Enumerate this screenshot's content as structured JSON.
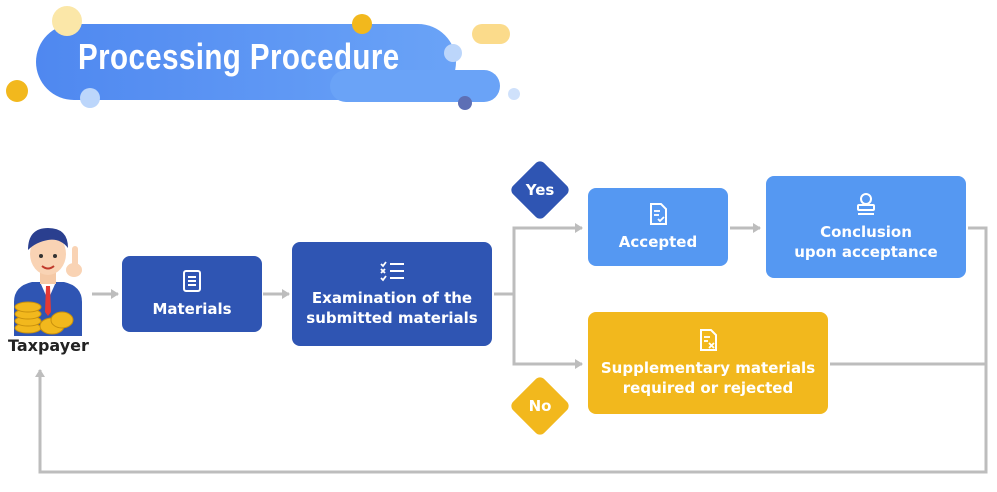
{
  "title": "Processing Procedure",
  "taxpayer": "Taxpayer",
  "boxes": {
    "materials": "Materials",
    "examination_line1": "Examination of the",
    "examination_line2": "submitted materials",
    "accepted": "Accepted",
    "conclusion_line1": "Conclusion",
    "conclusion_line2": "upon acceptance",
    "supplementary_line1": "Supplementary materials",
    "supplementary_line2": "required or rejected"
  },
  "decisions": {
    "yes": "Yes",
    "no": "No"
  },
  "colors": {
    "dark_blue": "#2f55b3",
    "light_blue": "#5598f2",
    "gold": "#f2b81d",
    "arrow": "#bdbdbd"
  }
}
